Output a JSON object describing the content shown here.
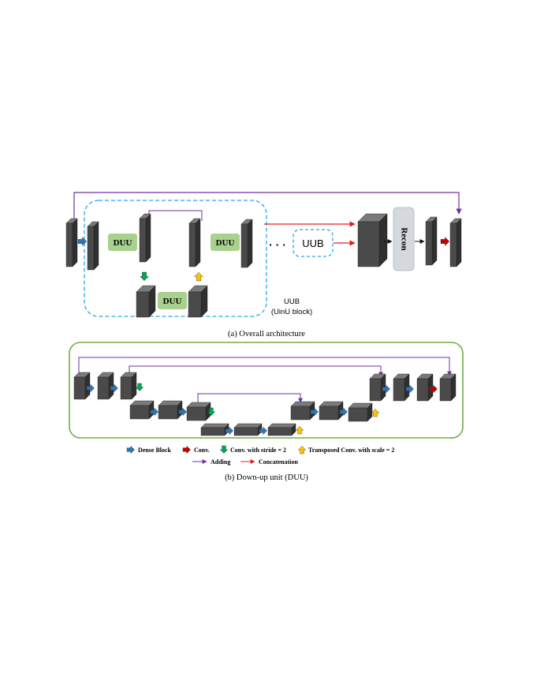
{
  "colors": {
    "block_front": "#4a4a4a",
    "block_side": "#2f2f2f",
    "block_top": "#7a7a7a",
    "duu_fill": "#a9d18e",
    "uub_border": "#29a8e0",
    "outer_border": "#70ad47",
    "recon_fill": "#d5d9de",
    "adding": "#7030a0",
    "concat": "#e02020",
    "dense_arrow": "#2e75b6",
    "conv_arrow": "#c00000",
    "stride_arrow": "#00a651",
    "transposed_arrow": "#ffc000"
  },
  "overall": {
    "duu_label": "DUU",
    "uub_box_label": "UUB",
    "uub_caption_line1": "UUB",
    "uub_caption_line2": "(UinU block)",
    "ellipsis": "· · ·",
    "recon_label": "Recon",
    "caption": "(a) Overall architecture"
  },
  "duu": {
    "caption": "(b) Down-up unit (DUU)"
  },
  "legend": {
    "dense_block": "Dense Block",
    "conv": "Conv.",
    "conv_stride": "Conv. with stride = 2",
    "transposed": "Transposed Conv. with scale = 2",
    "adding": "Adding",
    "concatenation": "Concatenation"
  }
}
